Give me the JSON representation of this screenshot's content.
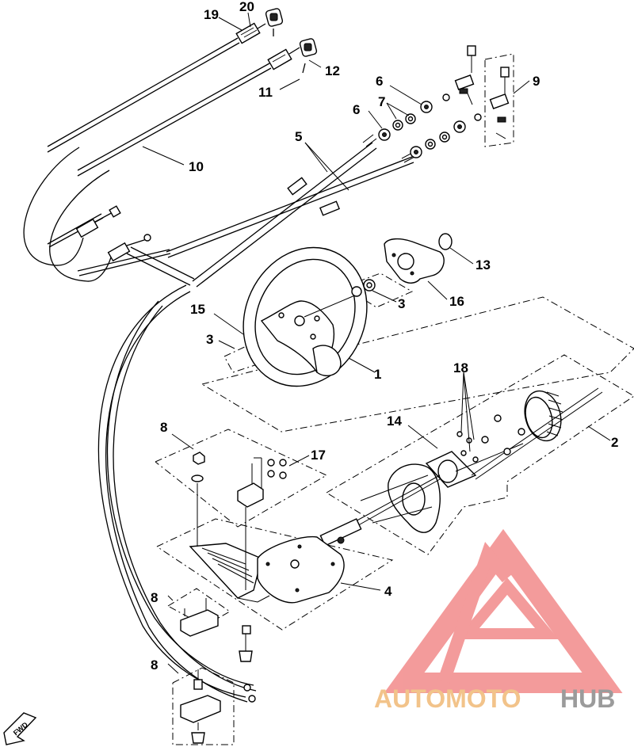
{
  "diagram": {
    "callouts": [
      {
        "id": "c1",
        "label": "1"
      },
      {
        "id": "c2",
        "label": "2"
      },
      {
        "id": "c3a",
        "label": "3"
      },
      {
        "id": "c3b",
        "label": "3"
      },
      {
        "id": "c4",
        "label": "4"
      },
      {
        "id": "c5",
        "label": "5"
      },
      {
        "id": "c6a",
        "label": "6"
      },
      {
        "id": "c6b",
        "label": "6"
      },
      {
        "id": "c7",
        "label": "7"
      },
      {
        "id": "c8a",
        "label": "8"
      },
      {
        "id": "c8b",
        "label": "8"
      },
      {
        "id": "c8c",
        "label": "8"
      },
      {
        "id": "c9",
        "label": "9"
      },
      {
        "id": "c10",
        "label": "10"
      },
      {
        "id": "c11",
        "label": "11"
      },
      {
        "id": "c12",
        "label": "12"
      },
      {
        "id": "c13",
        "label": "13"
      },
      {
        "id": "c14",
        "label": "14"
      },
      {
        "id": "c15",
        "label": "15"
      },
      {
        "id": "c16",
        "label": "16"
      },
      {
        "id": "c17",
        "label": "17"
      },
      {
        "id": "c18",
        "label": "18"
      },
      {
        "id": "c19",
        "label": "19"
      },
      {
        "id": "c20",
        "label": "20"
      }
    ],
    "fwd_label": "FWD"
  },
  "watermark": {
    "part1": "AUTOMOTO",
    "part2": "HUB",
    "color_primary": "#f2c38a",
    "color_secondary": "#9b9b9b",
    "logo_color": "#f07a7a"
  }
}
